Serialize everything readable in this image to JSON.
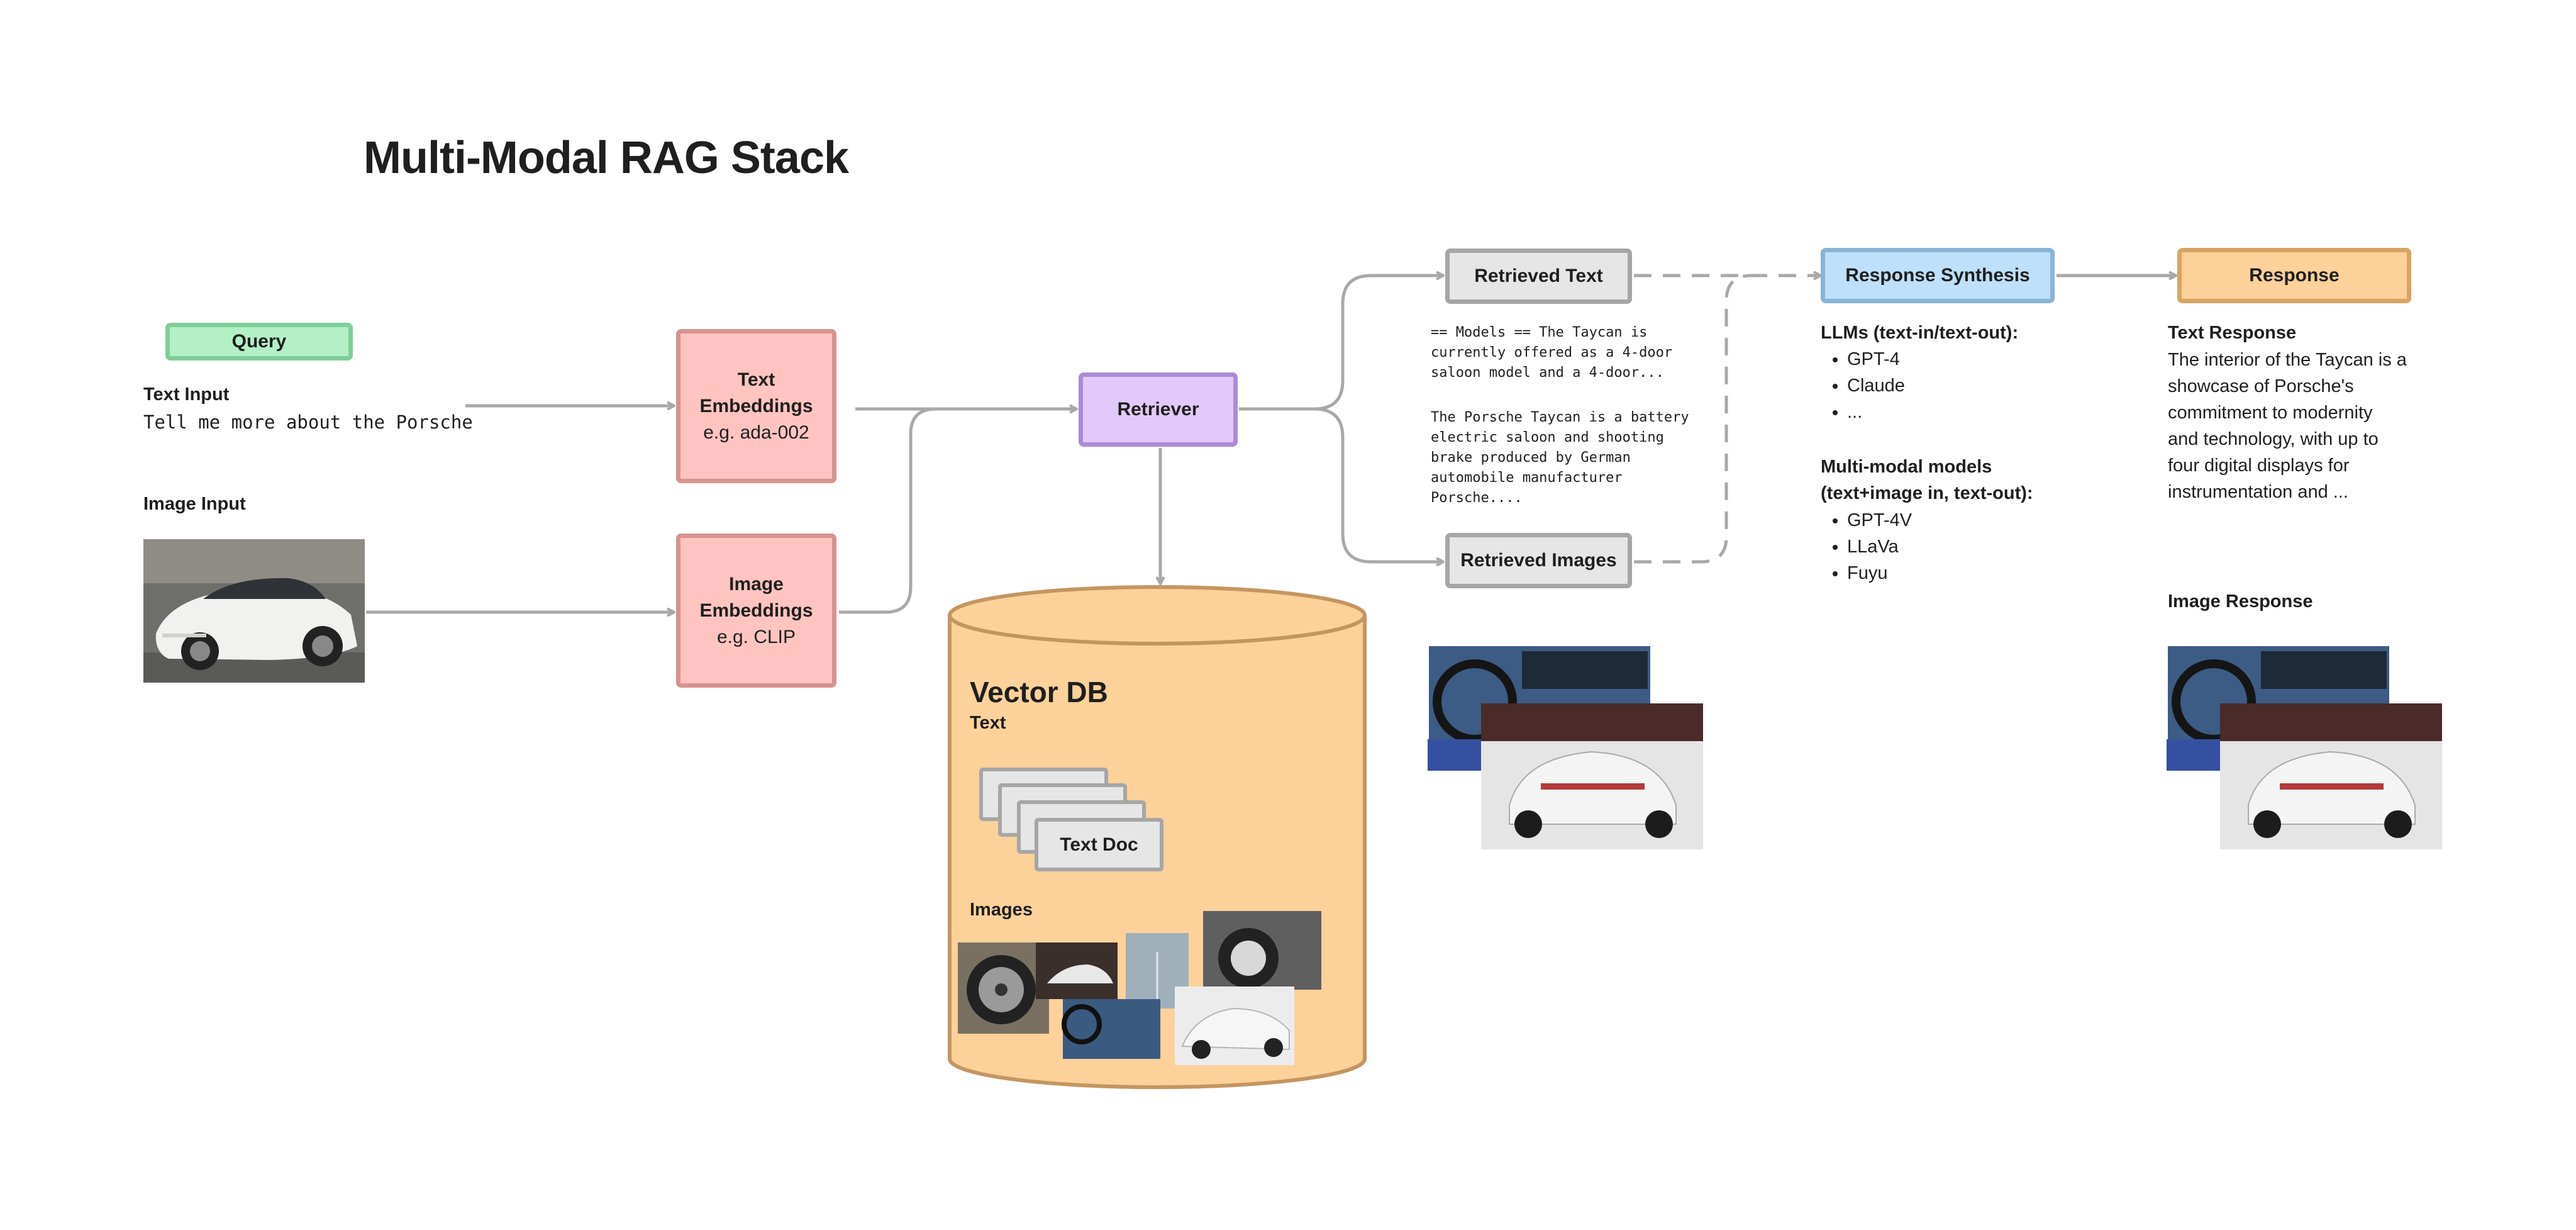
{
  "title": "Multi-Modal RAG Stack",
  "query": {
    "label": "Query",
    "text_input_label": "Text Input",
    "text_input_value": "Tell me more about the Porsche",
    "image_input_label": "Image Input"
  },
  "text_embeddings": {
    "line1": "Text",
    "line2": "Embeddings",
    "model": "e.g. ada-002"
  },
  "image_embeddings": {
    "line1": "Image",
    "line2": "Embeddings",
    "model": "e.g. CLIP"
  },
  "retriever": {
    "label": "Retriever"
  },
  "vector_db": {
    "title": "Vector DB",
    "text_label": "Text",
    "doc_label": "Text Doc",
    "images_label": "Images"
  },
  "retrieved_text": {
    "label": "Retrieved Text",
    "snippet1": [
      "== Models == The Taycan is",
      "currently offered as a 4-door",
      "saloon model and a 4-door..."
    ],
    "snippet2": [
      "The Porsche Taycan is a battery",
      "electric saloon and shooting",
      "brake produced by German",
      "automobile manufacturer",
      "Porsche...."
    ]
  },
  "retrieved_images": {
    "label": "Retrieved Images"
  },
  "response_synthesis": {
    "label": "Response Synthesis",
    "llm_heading": "LLMs (text-in/text-out):",
    "llms": [
      "GPT-4",
      "Claude",
      "..."
    ],
    "mm_heading_line1": "Multi-modal models",
    "mm_heading_line2": "(text+image in, text-out):",
    "mm_models": [
      "GPT-4V",
      "LLaVa",
      "Fuyu"
    ]
  },
  "response": {
    "label": "Response",
    "text_response_label": "Text Response",
    "text_response_lines": [
      "The interior of the Taycan is a",
      "showcase of Porsche's",
      "commitment to modernity",
      "and technology, with up to",
      "four digital displays for",
      "instrumentation and ..."
    ],
    "image_response_label": "Image Response"
  },
  "colors": {
    "query": "#b3f0c6",
    "embeddings": "#ffc4c0",
    "retriever": "#e3c9f9",
    "retrieved": "#e6e6e6",
    "synthesis": "#bee0fb",
    "response": "#fcd19a",
    "vector_db": "#fcd19a",
    "arrow": "#a8a8a8"
  }
}
